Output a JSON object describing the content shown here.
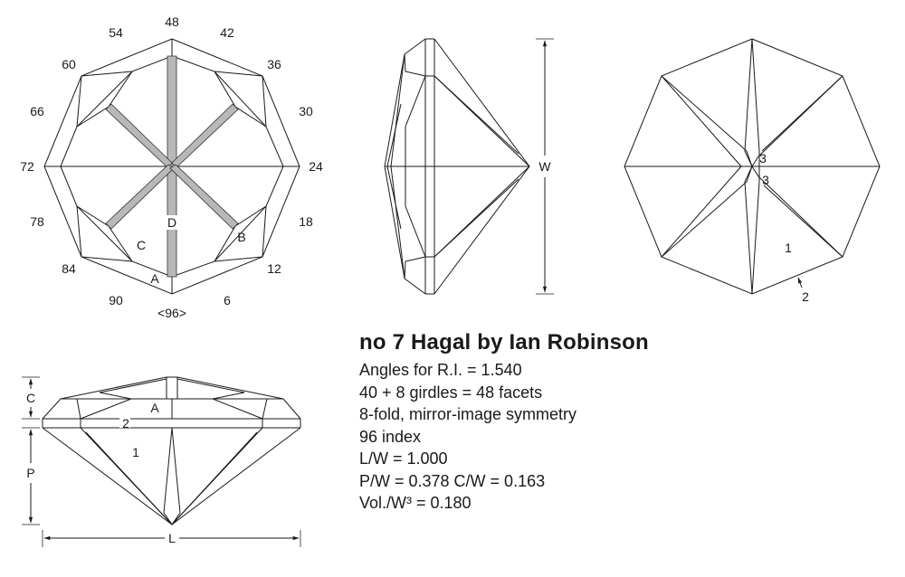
{
  "title": "no 7 Hagal by  Ian Robinson",
  "specs": [
    "Angles for R.I. = 1.540",
    "40 + 8 girdles = 48 facets",
    "8-fold, mirror-image symmetry",
    "96 index",
    "L/W = 1.000",
    "P/W = 0.378  C/W = 0.163",
    "Vol./W³ = 0.180"
  ],
  "crown_view": {
    "index_labels": [
      "48",
      "42",
      "36",
      "30",
      "24",
      "18",
      "12",
      "6",
      "<96>",
      "90",
      "84",
      "78",
      "72",
      "66",
      "60",
      "54"
    ],
    "facet_labels": {
      "A": "A",
      "B": "B",
      "C": "C",
      "D": "D"
    },
    "colors": {
      "table_facet_fill": "#b8b8b8",
      "outline": "#1a1a1a"
    }
  },
  "side_view": {
    "dimension_label": "W"
  },
  "pavilion_view": {
    "facet_labels": {
      "one": "1",
      "two": "2",
      "three_a": "3",
      "three_b": "3"
    }
  },
  "profile_view": {
    "dimension_labels": {
      "crown": "C",
      "pavilion": "P",
      "length": "L"
    },
    "facet_labels": {
      "A": "A",
      "two": "2",
      "one": "1"
    }
  }
}
